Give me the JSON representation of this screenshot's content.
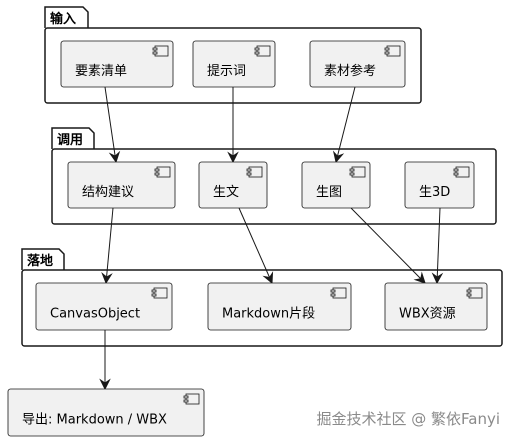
{
  "packages": [
    {
      "id": "input",
      "label": "输入"
    },
    {
      "id": "invoke",
      "label": "调用"
    },
    {
      "id": "land",
      "label": "落地"
    }
  ],
  "components": [
    {
      "id": "elements",
      "label": "要素清单"
    },
    {
      "id": "prompt",
      "label": "提示词"
    },
    {
      "id": "material",
      "label": "素材参考"
    },
    {
      "id": "suggest",
      "label": "结构建议"
    },
    {
      "id": "text",
      "label": "生文"
    },
    {
      "id": "image",
      "label": "生图"
    },
    {
      "id": "d3",
      "label": "生3D"
    },
    {
      "id": "canvas",
      "label": "CanvasObject"
    },
    {
      "id": "mdpiece",
      "label": "Markdown片段"
    },
    {
      "id": "wbx",
      "label": "WBX资源"
    },
    {
      "id": "export",
      "label": "导出: Markdown / WBX"
    }
  ],
  "edges": [
    {
      "from": "elements",
      "to": "suggest"
    },
    {
      "from": "prompt",
      "to": "text"
    },
    {
      "from": "material",
      "to": "image"
    },
    {
      "from": "suggest",
      "to": "canvas"
    },
    {
      "from": "text",
      "to": "mdpiece"
    },
    {
      "from": "image",
      "to": "wbx"
    },
    {
      "from": "d3",
      "to": "wbx"
    },
    {
      "from": "canvas",
      "to": "export"
    }
  ],
  "watermark": "掘金技术社区 @ 繁依Fanyi",
  "colors": {
    "component_fill": "#f1f1f1",
    "border": "#181818",
    "background": "#ffffff",
    "watermark": "#8a8a8a"
  }
}
